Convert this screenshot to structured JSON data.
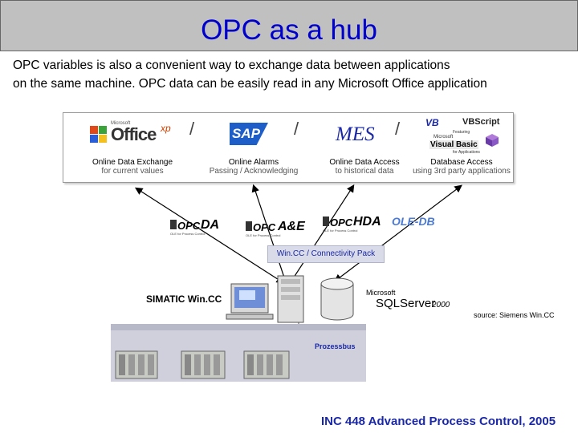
{
  "slide": {
    "title": "OPC as a hub",
    "intro_lines": [
      "OPC variables is also a convenient way to exchange data between applications",
      "on the same machine. OPC data can be easily read in any Microsoft Office application"
    ],
    "footer": "INC 448 Advanced Process Control, 2005"
  },
  "diagram": {
    "apps": [
      {
        "logo_word": "Office",
        "logo_small": "Microsoft",
        "logo_suffix": "xp",
        "caption": "Online Data Exchange",
        "sub": "for current values"
      },
      {
        "logo_word": "SAP",
        "caption": "Online Alarms",
        "sub": "Passing / Acknowledging"
      },
      {
        "logo_word": "MES",
        "caption": "Online Data Access",
        "sub": "to historical data"
      },
      {
        "logo_word": "VB",
        "logo_extra": "VBScript",
        "logo_featuring": "Featuring",
        "logo_ms": "Microsoft",
        "logo_vb": "Visual Basic",
        "logo_for": "for Applications",
        "caption": "Database Access",
        "sub": "using 3rd party applications"
      }
    ],
    "slash": "/",
    "opc": {
      "mark": "OPC",
      "tagline": "OLE for Process Control",
      "interfaces": [
        "DA",
        "A&E",
        "HDA"
      ],
      "oledb": "OLE-DB"
    },
    "connectivity_pack": "Win.CC / Connectivity Pack",
    "simatic_label": "SIMATIC Win.CC",
    "sql": {
      "ms": "Microsoft",
      "name": "SQLServer",
      "year": "2000"
    },
    "source": "source: Siemens Win.CC",
    "bus_label": "Prozessbus"
  },
  "colors": {
    "title_text": "#0000cc",
    "title_bar": "#c0c0c0",
    "footer_text": "#1a28a8",
    "bus_area": "#cfd0dc",
    "connectivity_box": "#d9dce8"
  }
}
